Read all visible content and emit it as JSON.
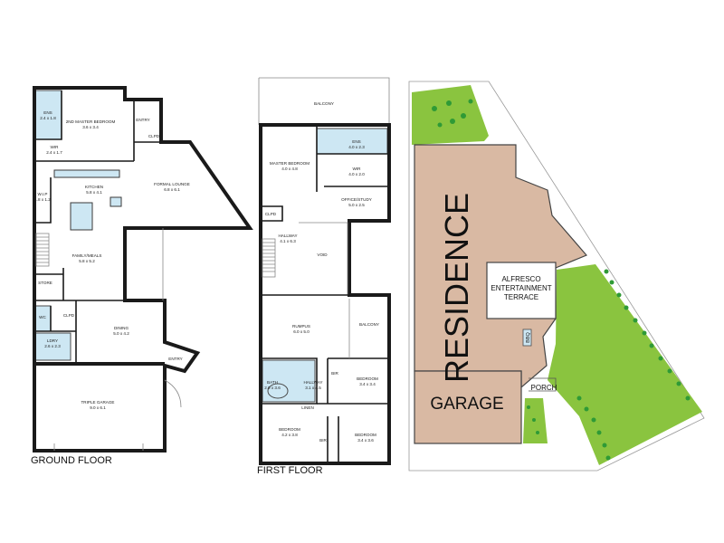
{
  "ground_floor": {
    "caption": "GROUND FLOOR",
    "rooms": [
      {
        "name": "2ND MASTER BEDROOM",
        "dims": "3.6 x 3.4"
      },
      {
        "name": "ENS",
        "dims": "2.4 x 1.8"
      },
      {
        "name": "WIR",
        "dims": "2.4 x 1.7"
      },
      {
        "name": "ENTRY",
        "dims": ""
      },
      {
        "name": "CLPD",
        "dims": ""
      },
      {
        "name": "FORMAL LOUNGE",
        "dims": "6.8 x 6.1"
      },
      {
        "name": "KITCHEN",
        "dims": "5.8 x 4.1"
      },
      {
        "name": "W.I.P",
        "dims": "1.8 x 1.2"
      },
      {
        "name": "FAMILY/MEALS",
        "dims": "5.8 x 5.2"
      },
      {
        "name": "STORE",
        "dims": ""
      },
      {
        "name": "WC",
        "dims": ""
      },
      {
        "name": "CLPD",
        "dims": ""
      },
      {
        "name": "LDRY",
        "dims": "2.6 x 2.3"
      },
      {
        "name": "DINING",
        "dims": "5.0 x 4.2"
      },
      {
        "name": "ENTRY",
        "dims": ""
      },
      {
        "name": "TRIPLE GARAGE",
        "dims": "9.0 x 6.1"
      }
    ]
  },
  "first_floor": {
    "caption": "FIRST FLOOR",
    "rooms": [
      {
        "name": "BALCONY",
        "dims": ""
      },
      {
        "name": "MASTER BEDROOM",
        "dims": "4.0 x 4.8"
      },
      {
        "name": "ENS",
        "dims": "4.0 x 2.3"
      },
      {
        "name": "WIR",
        "dims": "4.0 x 2.0"
      },
      {
        "name": "OFFICE/STUDY",
        "dims": "5.0 x 2.5"
      },
      {
        "name": "CLPD",
        "dims": ""
      },
      {
        "name": "HALLWAY",
        "dims": "4.1 x 6.3"
      },
      {
        "name": "VOID",
        "dims": ""
      },
      {
        "name": "RUMPUS",
        "dims": "6.0 x 5.0"
      },
      {
        "name": "BALCONY",
        "dims": ""
      },
      {
        "name": "BATH",
        "dims": "2.0 x 3.6"
      },
      {
        "name": "HALLWAY",
        "dims": "3.1 x 4.5"
      },
      {
        "name": "BIR",
        "dims": ""
      },
      {
        "name": "BEDROOM",
        "dims": "3.4 x 3.4"
      },
      {
        "name": "LINEN",
        "dims": ""
      },
      {
        "name": "BEDROOM",
        "dims": "4.2 x 3.8"
      },
      {
        "name": "BIR",
        "dims": ""
      },
      {
        "name": "BEDROOM",
        "dims": "3.4 x 3.6"
      }
    ]
  },
  "site_plan": {
    "residence": "RESIDENCE",
    "garage": "GARAGE",
    "alfresco": [
      "ALFRESCO",
      "ENTERTAINMENT",
      "TERRACE"
    ],
    "porch": "PORCH",
    "bbq": "BBQ"
  },
  "colors": {
    "wet_area": "#cde7f3",
    "residence": "#d9b9a3",
    "lawn": "#8ac43f",
    "shrub": "#2f9a36"
  }
}
